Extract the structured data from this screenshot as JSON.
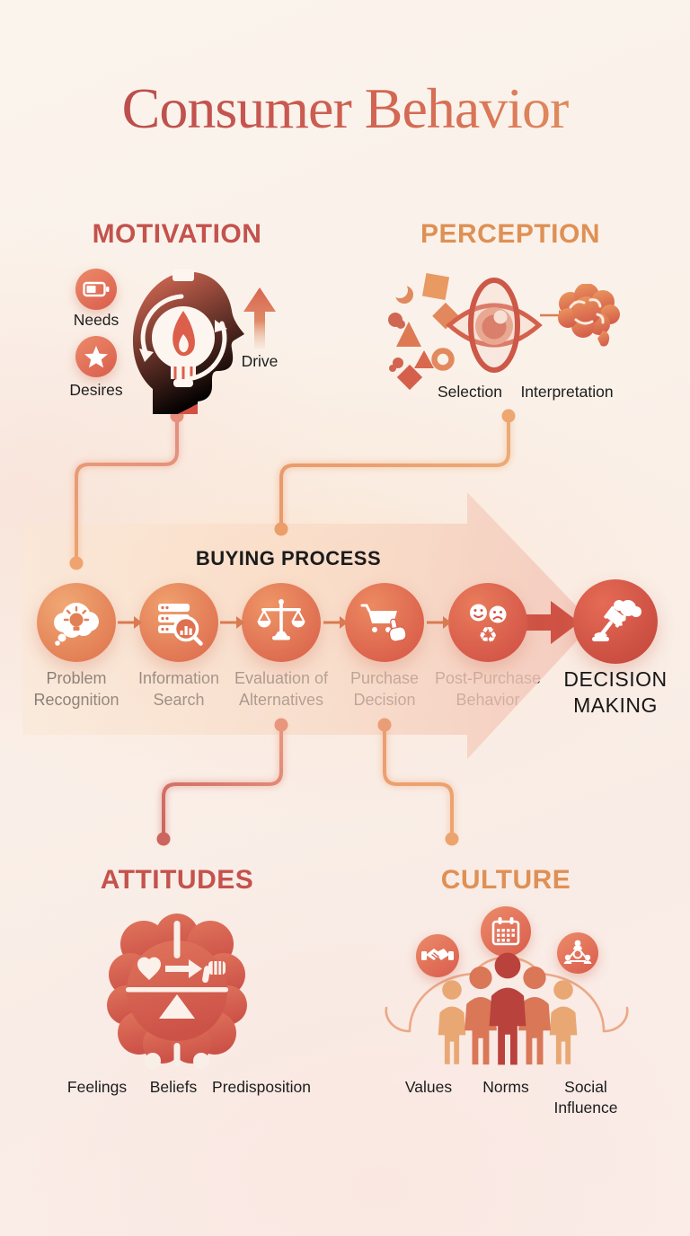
{
  "title": "Consumer Behavior",
  "palette": {
    "background": "#faf1ea",
    "heading_red": "#c4524d",
    "heading_orange": "#df9055",
    "label_dark": "#1d1d1d",
    "process_circle_start": "#e8915f",
    "process_circle_end": "#d5544a",
    "connector_pink": "#e28e80",
    "connector_orange": "#eda36f",
    "big_arrow_fill": "#f5d3bd"
  },
  "sections": {
    "motivation": {
      "heading": "MOTIVATION",
      "needs_label": "Needs",
      "needs_icon": "battery-icon",
      "desires_label": "Desires",
      "desires_icon": "star-icon",
      "center_icon": "head-lightbulb-flame-icon",
      "drive_label": "Drive",
      "drive_icon": "up-arrow-icon"
    },
    "perception": {
      "heading": "PERCEPTION",
      "stimuli_icon": "scattered-shapes-icon",
      "eye_icon": "eye-icon",
      "brain_icon": "brain-icon",
      "selection_label": "Selection",
      "interpretation_label": "Interpretation"
    },
    "buying_process": {
      "heading": "BUYING PROCESS",
      "steps": [
        {
          "label": "Problem Recognition",
          "icon": "thought-lightbulb-icon"
        },
        {
          "label": "Information Search",
          "icon": "database-magnifier-icon"
        },
        {
          "label": "Evaluation of Alternatives",
          "icon": "balance-scale-icon"
        },
        {
          "label": "Purchase Decision",
          "icon": "cart-click-icon"
        },
        {
          "label": "Post-Purchase Behavior",
          "icon": "faces-recycle-icon"
        }
      ],
      "result_label": "DECISION MAKING",
      "result_icon": "gavel-thought-icon"
    },
    "attitudes": {
      "heading": "ATTITUDES",
      "center_icon": "brain-heart-thumbsdown-balance-icon",
      "labels": [
        "Feelings",
        "Beliefs",
        "Predisposition"
      ]
    },
    "culture": {
      "heading": "CULTURE",
      "orbit_icons": [
        "handshake-icon",
        "calendar-icon",
        "network-icon"
      ],
      "center_icon": "people-group-icon",
      "labels": [
        "Values",
        "Norms",
        "Social Influence"
      ]
    }
  }
}
